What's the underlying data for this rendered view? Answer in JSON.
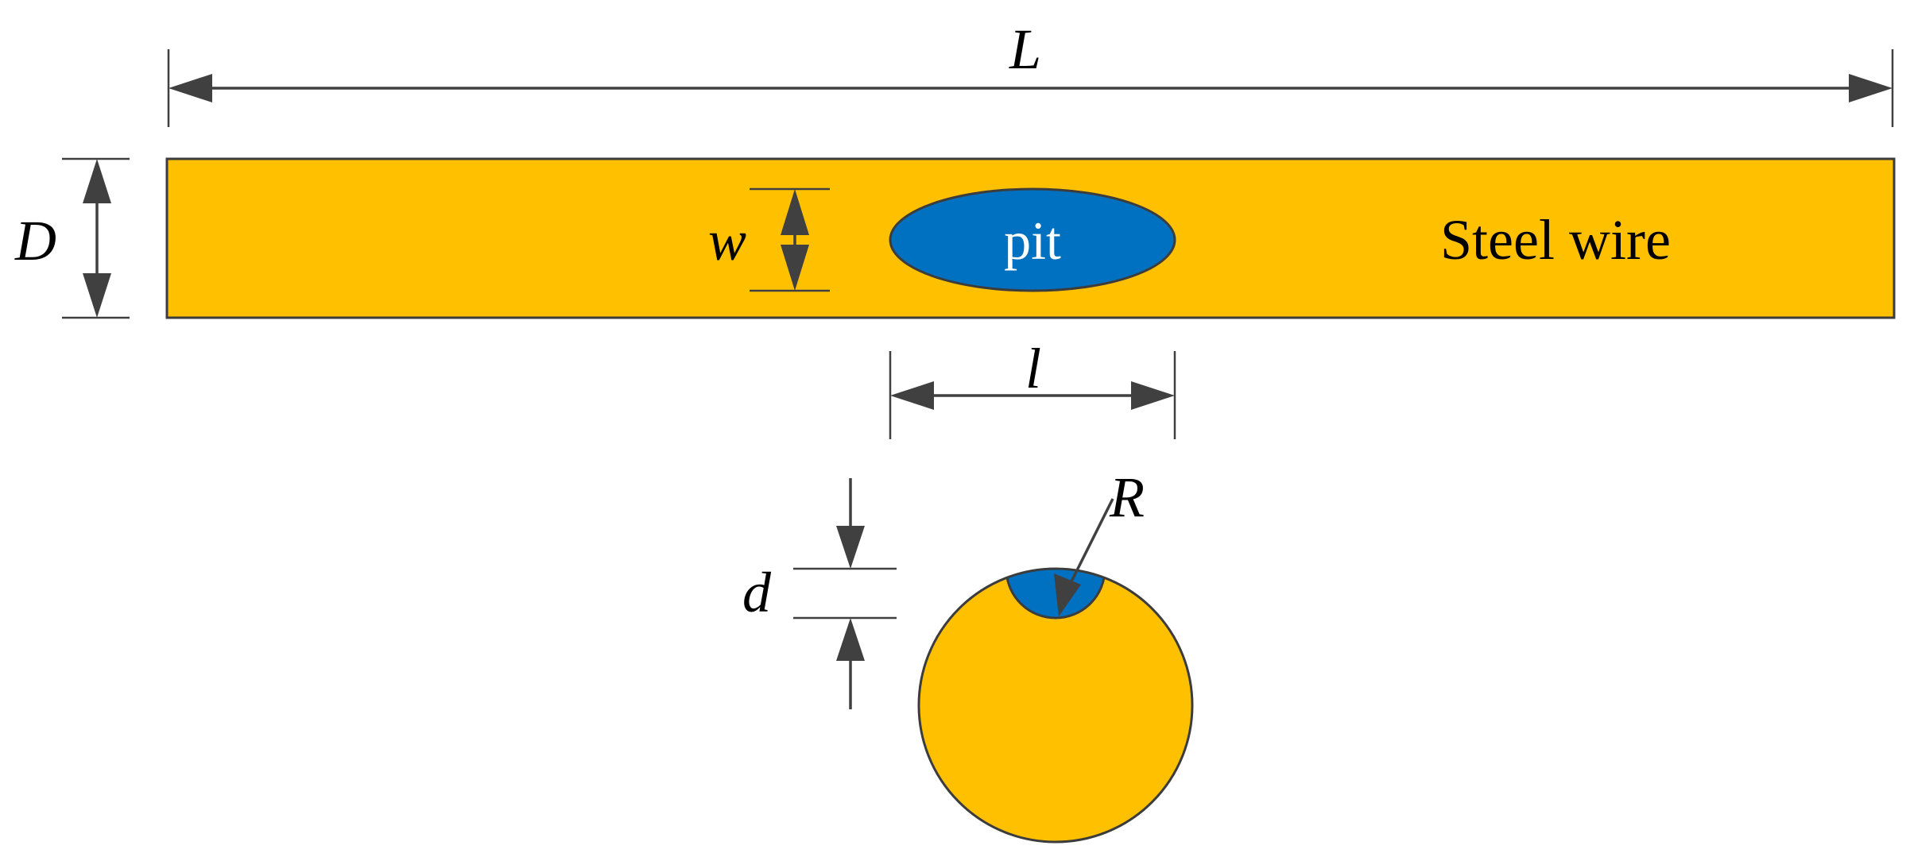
{
  "labels": {
    "length": "L",
    "diameter": "D",
    "pit_width": "w",
    "pit_text": "pit",
    "wire_text": "Steel wire",
    "pit_length": "l",
    "radius": "R",
    "depth": "d"
  },
  "colors": {
    "wire_fill": "#FFC000",
    "pit_fill": "#0070C0",
    "outline": "#3C3C3C",
    "dimension": "#404040"
  }
}
